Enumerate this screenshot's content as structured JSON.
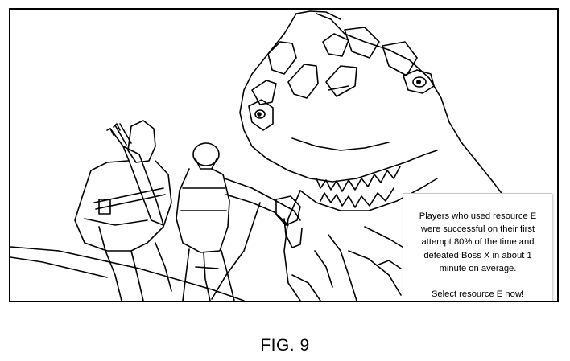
{
  "hint_popup": {
    "message": "Players who used resource E were successful on their first attempt 80% of the time and defeated Boss X in about 1 minute on average.",
    "call_to_action": "Select resource E now!"
  },
  "figure": {
    "caption": "FIG. 9"
  },
  "scene": {
    "characters": [
      "archer-player-character",
      "warrior-player-character",
      "dinosaur-boss"
    ]
  }
}
